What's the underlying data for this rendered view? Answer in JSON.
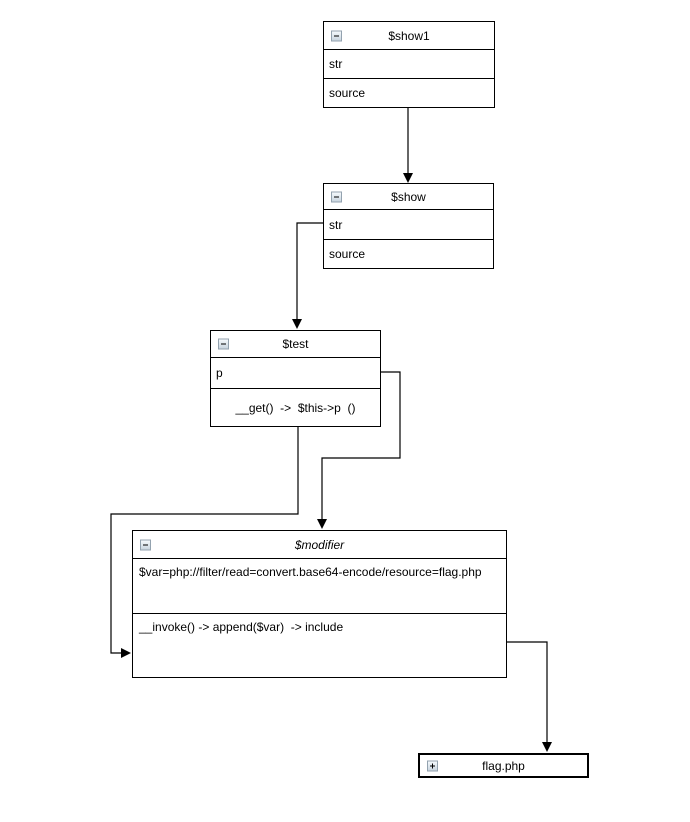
{
  "diagram": {
    "background_color": "#ffffff",
    "stroke_color": "#000000",
    "collapse_icon_border_color": "#93a2af",
    "collapse_icon_fill_top": "#f5f9fc",
    "collapse_icon_fill_bottom": "#c9d5df"
  },
  "nodes": {
    "show1": {
      "title": "$show1",
      "collapse_state": "minus",
      "rows": [
        "str",
        "source"
      ]
    },
    "show": {
      "title": "$show",
      "collapse_state": "minus",
      "rows": [
        "str",
        "source"
      ]
    },
    "test": {
      "title": "$test",
      "collapse_state": "minus",
      "rows": [
        "p",
        "__get()  ->  $this->p  ()"
      ]
    },
    "modifier": {
      "title": "$modifier",
      "collapse_state": "minus",
      "rows": [
        "$var=php://filter/read=convert.base64-encode/resource=flag.php",
        "__invoke() -> append($var)  -> include"
      ]
    },
    "flag": {
      "title": "flag.php",
      "collapse_state": "plus",
      "rows": []
    }
  },
  "edges": [
    {
      "from": "$show1 source",
      "to": "$show"
    },
    {
      "from": "$show str",
      "to": "$test"
    },
    {
      "from": "$test p",
      "to": "$modifier"
    },
    {
      "from": "$test __get()",
      "to": "$modifier __invoke()"
    },
    {
      "from": "$modifier __invoke()",
      "to": "flag.php"
    }
  ]
}
